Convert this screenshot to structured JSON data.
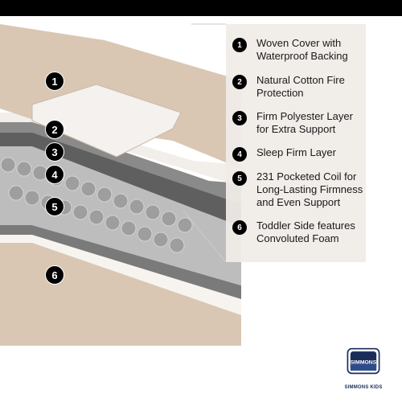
{
  "legend": {
    "items": [
      {
        "number": "1",
        "line1": "Woven Cover with",
        "line2": "Waterproof Backing"
      },
      {
        "number": "2",
        "line1": "Natural Cotton Fire",
        "line2": "Protection"
      },
      {
        "number": "3",
        "line1": "Firm Polyester Layer",
        "line2": "for Extra Support"
      },
      {
        "number": "4",
        "line1": "Sleep Firm Layer",
        "line2": ""
      },
      {
        "number": "5",
        "line1": "231 Pocketed Coil for",
        "line2": "Long-Lasting Firmness",
        "line3": "and Even Support"
      },
      {
        "number": "6",
        "line1": "Toddler Side features",
        "line2": "Convoluted Foam"
      }
    ]
  },
  "diagram": {
    "badges": [
      "1",
      "2",
      "3",
      "4",
      "5",
      "6"
    ]
  },
  "brand": {
    "logo_word": "SIMMONS",
    "logo_sub": "SIMMONS KIDS"
  },
  "colors": {
    "top_band": "#000000",
    "cover": "#d9c7b4",
    "cotton": "#f2eeea",
    "felt": "#5f5f5f",
    "coil": "#bdbdbd",
    "logo_blue": "#1a2d5a"
  }
}
